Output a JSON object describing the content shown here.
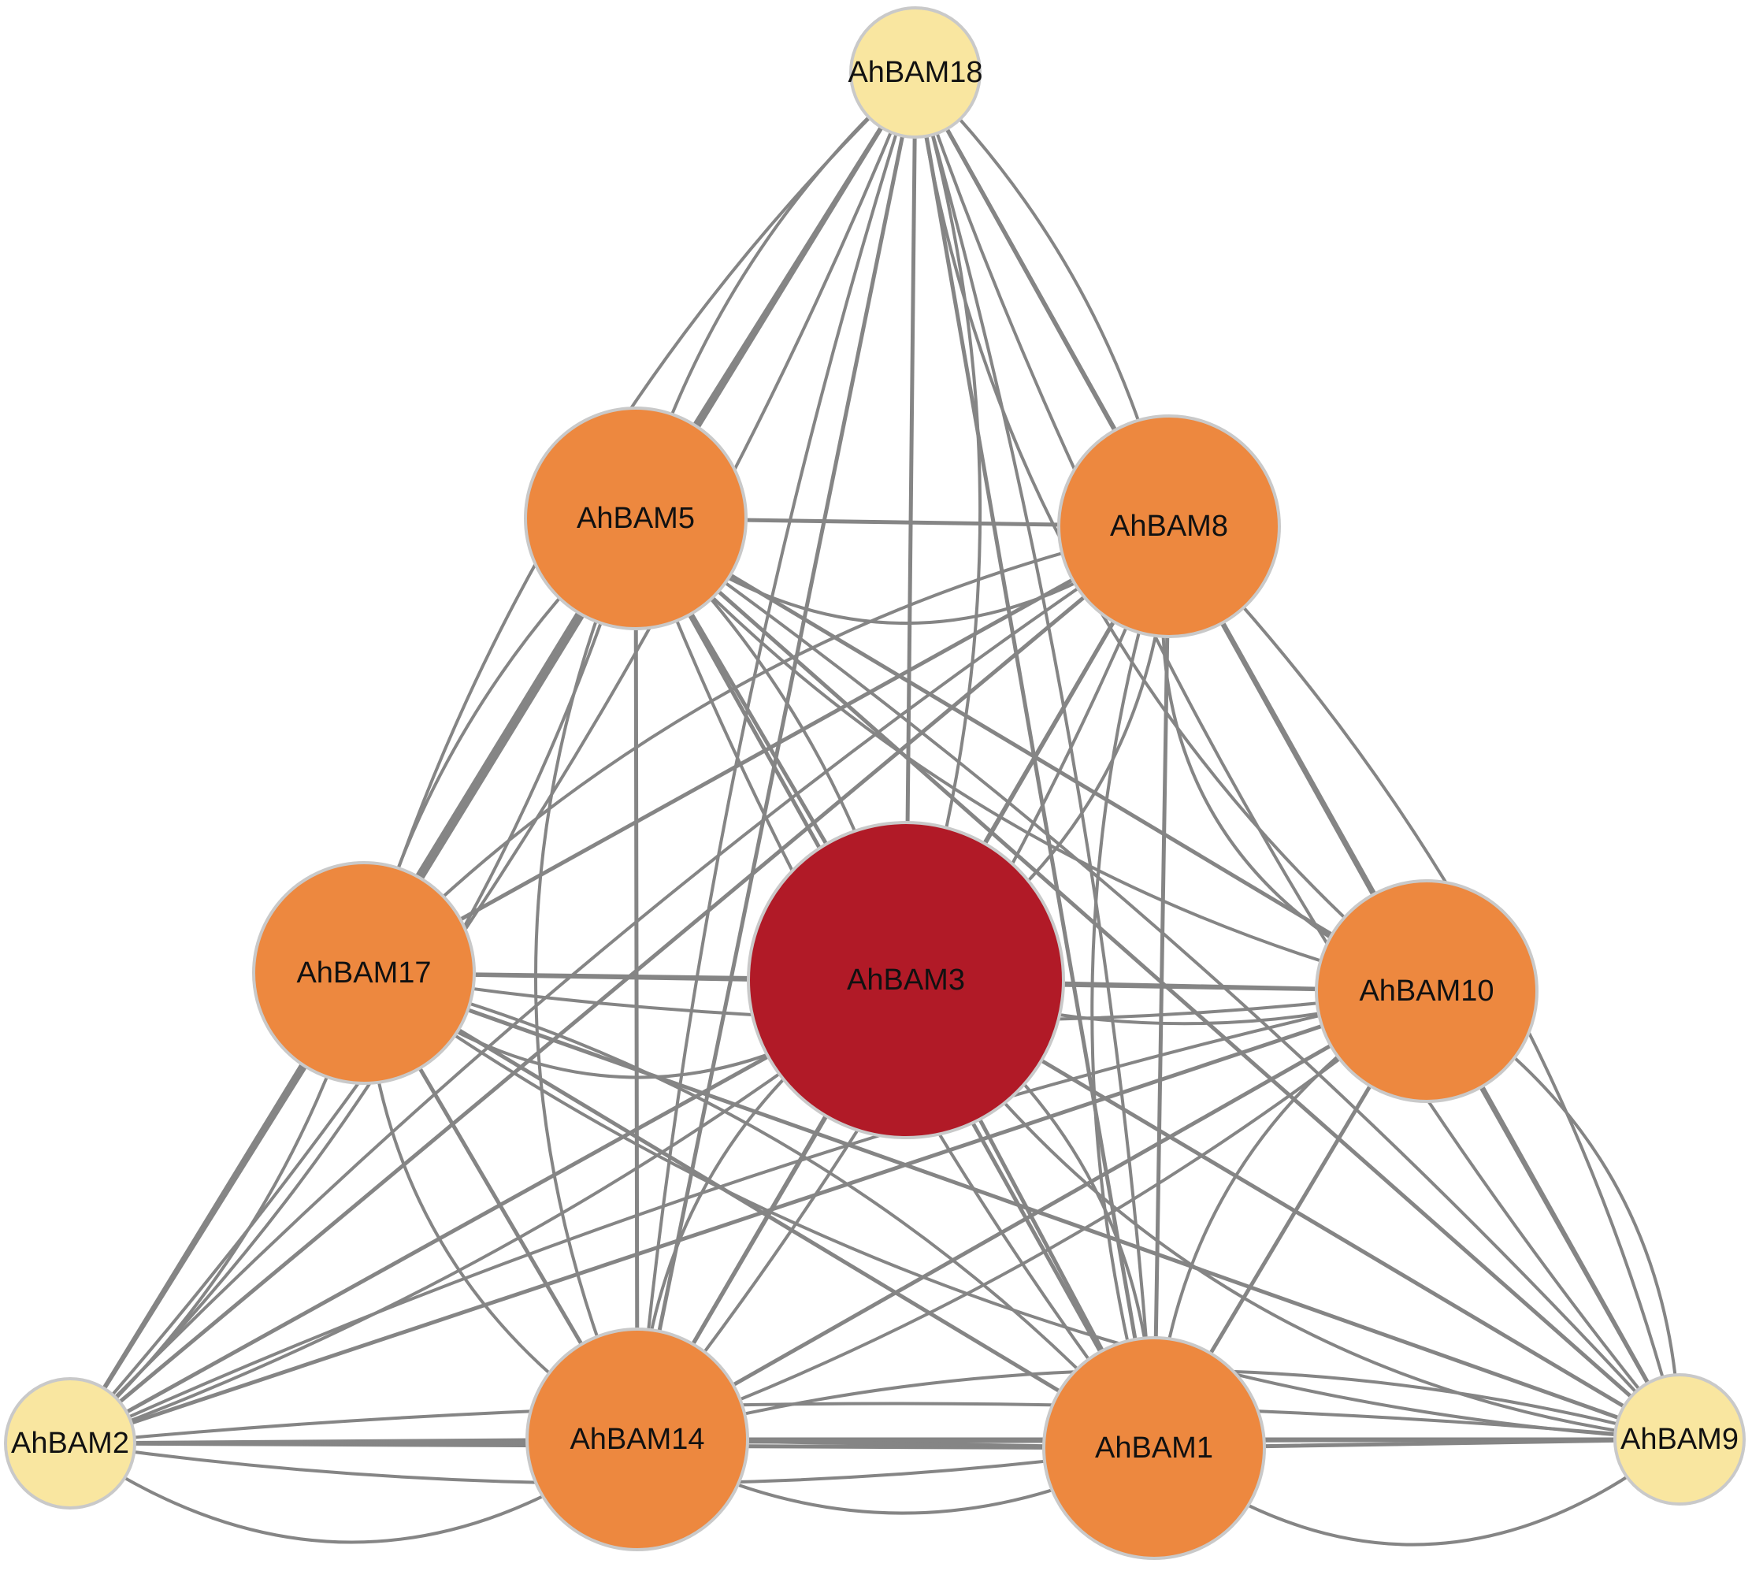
{
  "diagram": {
    "type": "network",
    "colors": {
      "edge": "#858585",
      "node_outline": "#c9c9c9",
      "degree_high": "#b11a27",
      "degree_mid": "#ed883f",
      "degree_low": "#f9e6a0",
      "label": "#111111"
    },
    "nodes": [
      {
        "id": "n18",
        "label": "AhBAM18",
        "tier": "low"
      },
      {
        "id": "n5",
        "label": "AhBAM5",
        "tier": "mid"
      },
      {
        "id": "n8",
        "label": "AhBAM8",
        "tier": "mid"
      },
      {
        "id": "n17",
        "label": "AhBAM17",
        "tier": "mid"
      },
      {
        "id": "n3",
        "label": "AhBAM3",
        "tier": "high"
      },
      {
        "id": "n10",
        "label": "AhBAM10",
        "tier": "mid"
      },
      {
        "id": "n2",
        "label": "AhBAM2",
        "tier": "low"
      },
      {
        "id": "n14",
        "label": "AhBAM14",
        "tier": "mid"
      },
      {
        "id": "n1",
        "label": "AhBAM1",
        "tier": "mid"
      },
      {
        "id": "n9",
        "label": "AhBAM9",
        "tier": "low"
      }
    ],
    "edges": [
      [
        "n18",
        "n5"
      ],
      [
        "n18",
        "n8"
      ],
      [
        "n18",
        "n17"
      ],
      [
        "n18",
        "n3"
      ],
      [
        "n18",
        "n10"
      ],
      [
        "n18",
        "n14"
      ],
      [
        "n18",
        "n1"
      ],
      [
        "n18",
        "n9"
      ],
      [
        "n18",
        "n2"
      ],
      [
        "n5",
        "n8"
      ],
      [
        "n5",
        "n17"
      ],
      [
        "n5",
        "n3"
      ],
      [
        "n5",
        "n10"
      ],
      [
        "n5",
        "n2"
      ],
      [
        "n5",
        "n14"
      ],
      [
        "n5",
        "n1"
      ],
      [
        "n5",
        "n9"
      ],
      [
        "n8",
        "n17"
      ],
      [
        "n8",
        "n3"
      ],
      [
        "n8",
        "n10"
      ],
      [
        "n8",
        "n2"
      ],
      [
        "n8",
        "n14"
      ],
      [
        "n8",
        "n1"
      ],
      [
        "n8",
        "n9"
      ],
      [
        "n17",
        "n3"
      ],
      [
        "n17",
        "n10"
      ],
      [
        "n17",
        "n2"
      ],
      [
        "n17",
        "n14"
      ],
      [
        "n17",
        "n1"
      ],
      [
        "n17",
        "n9"
      ],
      [
        "n3",
        "n10"
      ],
      [
        "n3",
        "n2"
      ],
      [
        "n3",
        "n14"
      ],
      [
        "n3",
        "n1"
      ],
      [
        "n3",
        "n9"
      ],
      [
        "n10",
        "n2"
      ],
      [
        "n10",
        "n14"
      ],
      [
        "n10",
        "n1"
      ],
      [
        "n10",
        "n9"
      ],
      [
        "n2",
        "n14"
      ],
      [
        "n2",
        "n1"
      ],
      [
        "n2",
        "n9"
      ],
      [
        "n14",
        "n1"
      ],
      [
        "n14",
        "n9"
      ],
      [
        "n1",
        "n9"
      ]
    ]
  }
}
